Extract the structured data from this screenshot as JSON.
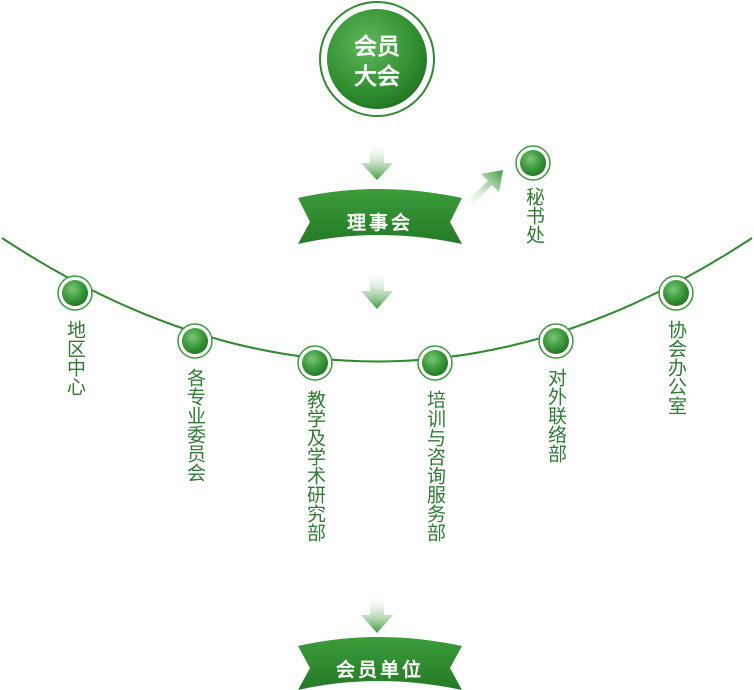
{
  "top": {
    "line1": "会员",
    "line2": "大会"
  },
  "council": {
    "label": "理事会"
  },
  "secretariat": {
    "label": "秘书处"
  },
  "departments": [
    {
      "label": "地区中心"
    },
    {
      "label": "各专业委员会"
    },
    {
      "label": "教学及学术研究部"
    },
    {
      "label": "培训与咨询服务部"
    },
    {
      "label": "对外联络部"
    },
    {
      "label": "协会办公室"
    }
  ],
  "members": {
    "label": "会员单位"
  },
  "colors": {
    "green_dark": "#2e8b2e",
    "green_mid": "#4caf50",
    "green_light": "#a5d6a7",
    "text_green": "#2e7d32"
  }
}
